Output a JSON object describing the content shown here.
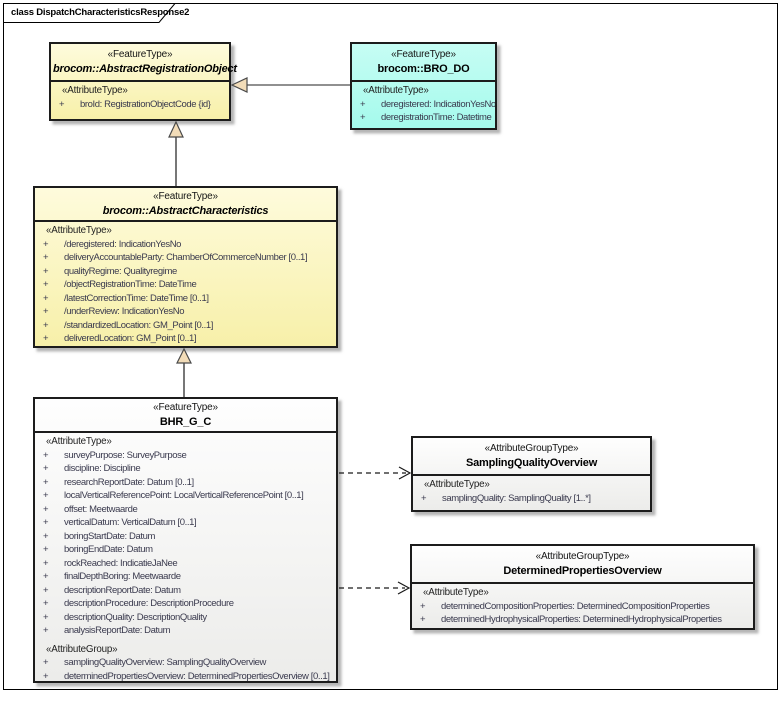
{
  "frame": {
    "title": "class DispatchCharacteristicsResponse2"
  },
  "colors": {
    "class_yellow": "#F7F0A9",
    "class_cyan": "#A5FAEC",
    "class_white": "#ECECEA",
    "generalization_arrow_fill": "#F2DCB8",
    "border": "#1c1c1c",
    "attribute_text": "#3A3A4E"
  },
  "classes": [
    {
      "stereotype": "«FeatureType»",
      "name": "brocom::AbstractRegistrationObject",
      "abstract": true,
      "fill": "yellow",
      "sections": [
        {
          "label": "«AttributeType»",
          "attributes": [
            {
              "vis": "+",
              "text": "broId: RegistrationObjectCode {id}"
            }
          ]
        }
      ]
    },
    {
      "stereotype": "«FeatureType»",
      "name": "brocom::BRO_DO",
      "abstract": false,
      "fill": "cyan",
      "sections": [
        {
          "label": "«AttributeType»",
          "attributes": [
            {
              "vis": "+",
              "text": "deregistered: IndicationYesNo"
            },
            {
              "vis": "+",
              "text": "deregistrationTime: Datetime"
            }
          ]
        }
      ]
    },
    {
      "stereotype": "«FeatureType»",
      "name": "brocom::AbstractCharacteristics",
      "abstract": true,
      "fill": "yellow",
      "sections": [
        {
          "label": "«AttributeType»",
          "attributes": [
            {
              "vis": "+",
              "text": "/deregistered: IndicationYesNo"
            },
            {
              "vis": "+",
              "text": "deliveryAccountableParty: ChamberOfCommerceNumber [0..1]"
            },
            {
              "vis": "+",
              "text": "qualityRegime: Qualityregime"
            },
            {
              "vis": "+",
              "text": "/objectRegistrationTime: DateTime"
            },
            {
              "vis": "+",
              "text": "/latestCorrectionTime: DateTime [0..1]"
            },
            {
              "vis": "+",
              "text": "/underReview: IndicationYesNo"
            },
            {
              "vis": "+",
              "text": "/standardizedLocation: GM_Point [0..1]"
            },
            {
              "vis": "+",
              "text": "deliveredLocation: GM_Point [0..1]"
            }
          ]
        }
      ]
    },
    {
      "stereotype": "«FeatureType»",
      "name": "BHR_G_C",
      "abstract": false,
      "fill": "white",
      "sections": [
        {
          "label": "«AttributeType»",
          "attributes": [
            {
              "vis": "+",
              "text": "surveyPurpose: SurveyPurpose"
            },
            {
              "vis": "+",
              "text": "discipline: Discipline"
            },
            {
              "vis": "+",
              "text": "researchReportDate: Datum [0..1]"
            },
            {
              "vis": "+",
              "text": "localVerticalReferencePoint: LocalVerticalReferencePoint [0..1]"
            },
            {
              "vis": "+",
              "text": "offset: Meetwaarde"
            },
            {
              "vis": "+",
              "text": "verticalDatum: VerticalDatum [0..1]"
            },
            {
              "vis": "+",
              "text": "boringStartDate: Datum"
            },
            {
              "vis": "+",
              "text": "boringEndDate: Datum"
            },
            {
              "vis": "+",
              "text": "rockReached: IndicatieJaNee"
            },
            {
              "vis": "+",
              "text": "finalDepthBoring: Meetwaarde"
            },
            {
              "vis": "+",
              "text": "descriptionReportDate: Datum"
            },
            {
              "vis": "+",
              "text": "descriptionProcedure: DescriptionProcedure"
            },
            {
              "vis": "+",
              "text": "descriptionQuality: DescriptionQuality"
            },
            {
              "vis": "+",
              "text": "analysisReportDate: Datum"
            }
          ]
        },
        {
          "label": "«AttributeGroup»",
          "attributes": [
            {
              "vis": "+",
              "text": "samplingQualityOverview: SamplingQualityOverview"
            },
            {
              "vis": "+",
              "text": "determinedPropertiesOverview: DeterminedPropertiesOverview [0..1]"
            }
          ]
        }
      ]
    },
    {
      "stereotype": "«AttributeGroupType»",
      "name": "SamplingQualityOverview",
      "abstract": false,
      "fill": "white",
      "sections": [
        {
          "label": "«AttributeType»",
          "attributes": [
            {
              "vis": "+",
              "text": "samplingQuality: SamplingQuality [1..*]"
            }
          ]
        }
      ]
    },
    {
      "stereotype": "«AttributeGroupType»",
      "name": "DeterminedPropertiesOverview",
      "abstract": false,
      "fill": "white",
      "sections": [
        {
          "label": "«AttributeType»",
          "attributes": [
            {
              "vis": "+",
              "text": "determinedCompositionProperties: DeterminedCompositionProperties"
            },
            {
              "vis": "+",
              "text": "determinedHydrophysicalProperties: DeterminedHydrophysicalProperties"
            }
          ]
        }
      ]
    }
  ],
  "connectors": [
    {
      "type": "generalization",
      "from": "brocom::BRO_DO",
      "to": "brocom::AbstractRegistrationObject"
    },
    {
      "type": "generalization",
      "from": "brocom::AbstractCharacteristics",
      "to": "brocom::AbstractRegistrationObject"
    },
    {
      "type": "generalization",
      "from": "BHR_G_C",
      "to": "brocom::AbstractCharacteristics"
    },
    {
      "type": "dependency",
      "from": "BHR_G_C",
      "to": "SamplingQualityOverview"
    },
    {
      "type": "dependency",
      "from": "BHR_G_C",
      "to": "DeterminedPropertiesOverview"
    }
  ]
}
